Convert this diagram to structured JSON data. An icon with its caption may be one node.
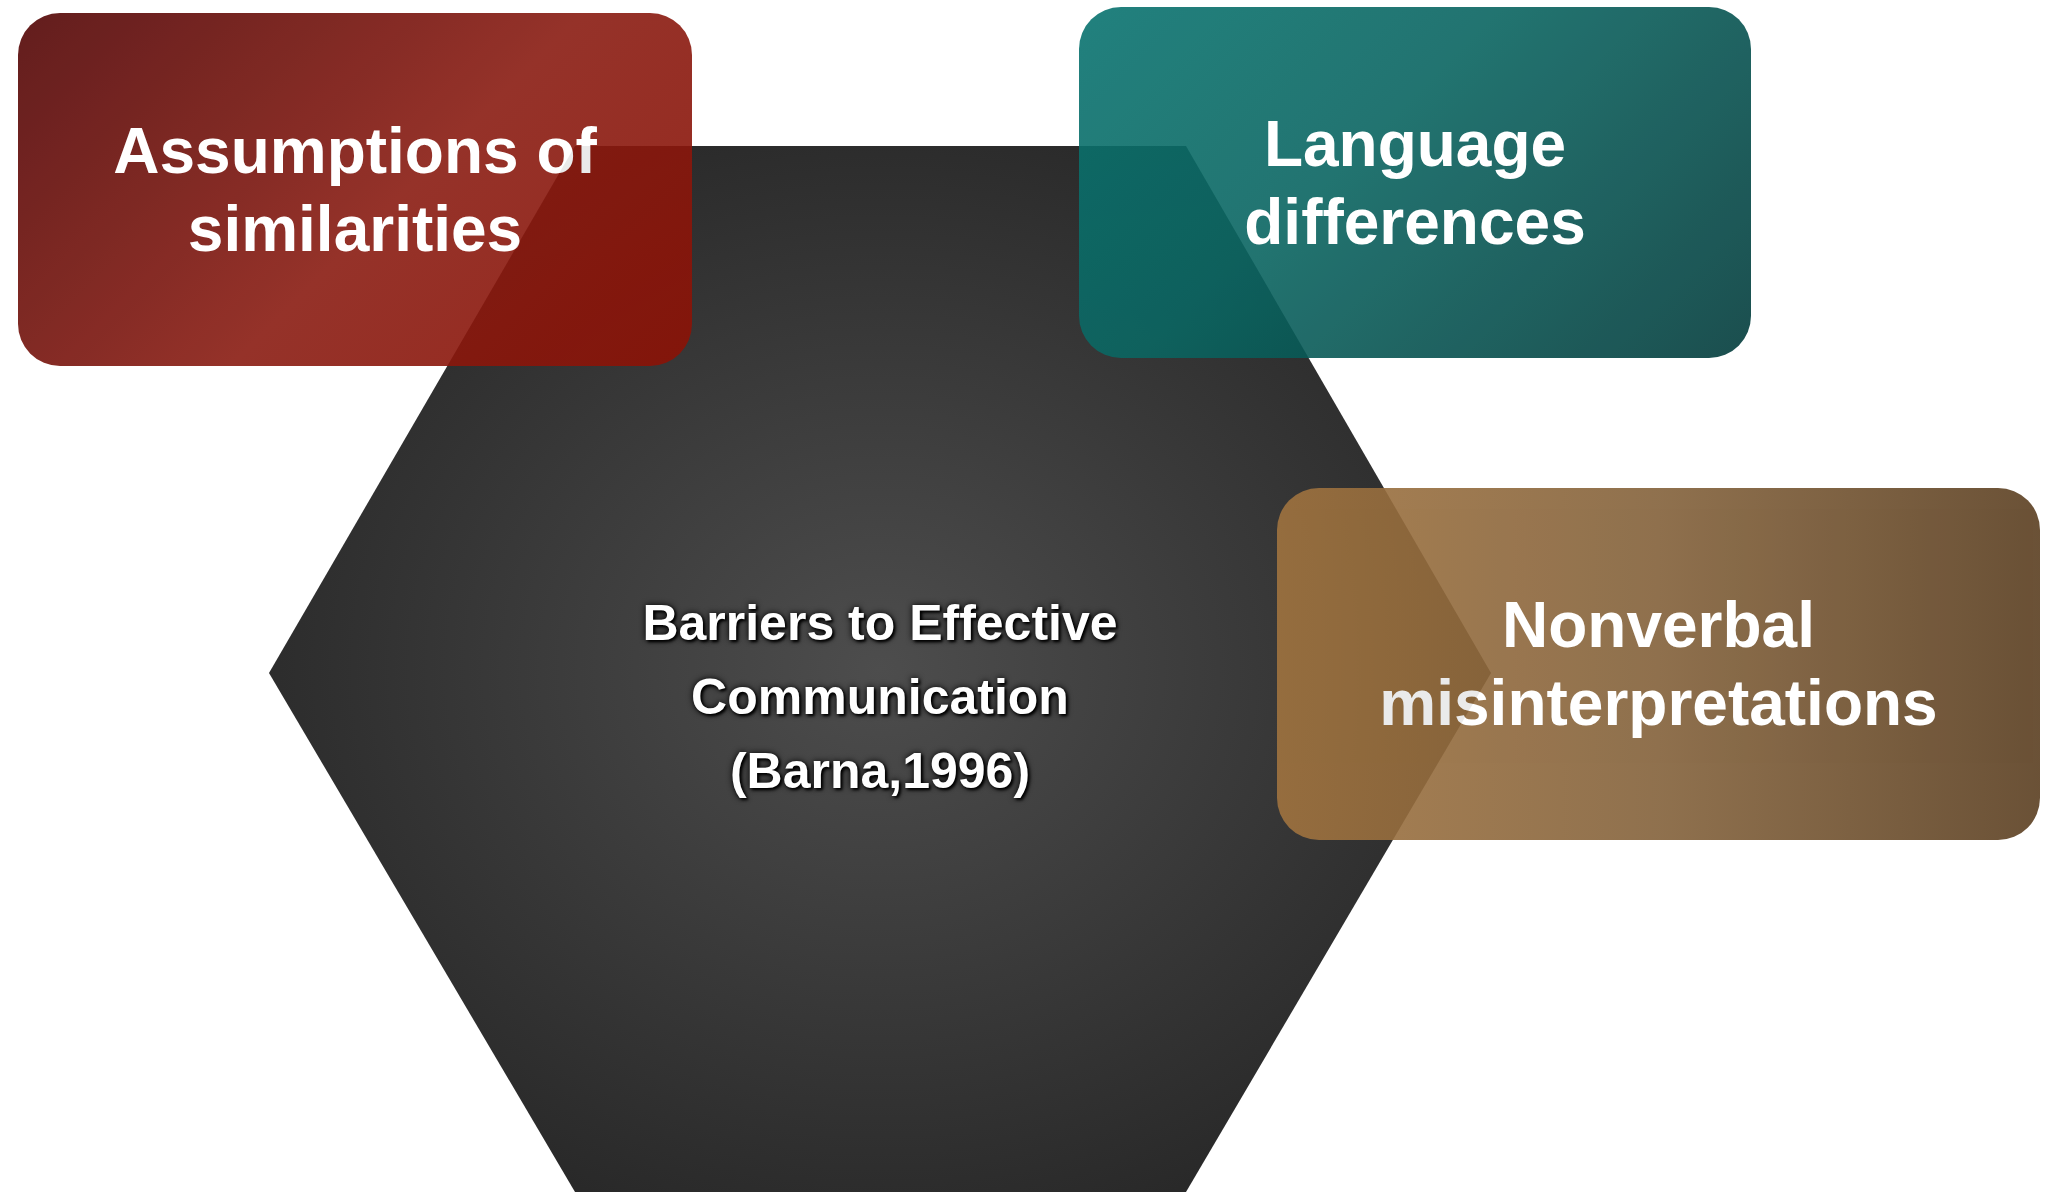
{
  "diagram": {
    "nodes": [
      {
        "text": [
          "Barriers to Effective Communication (Barna,1996)"
        ]
      },
      {
        "text": [
          "Assumptions of similarities"
        ]
      },
      {
        "text": [
          "Language differences"
        ]
      },
      {
        "text": [
          "Nonverbal misinterpretations"
        ]
      }
    ],
    "edges": []
  }
}
